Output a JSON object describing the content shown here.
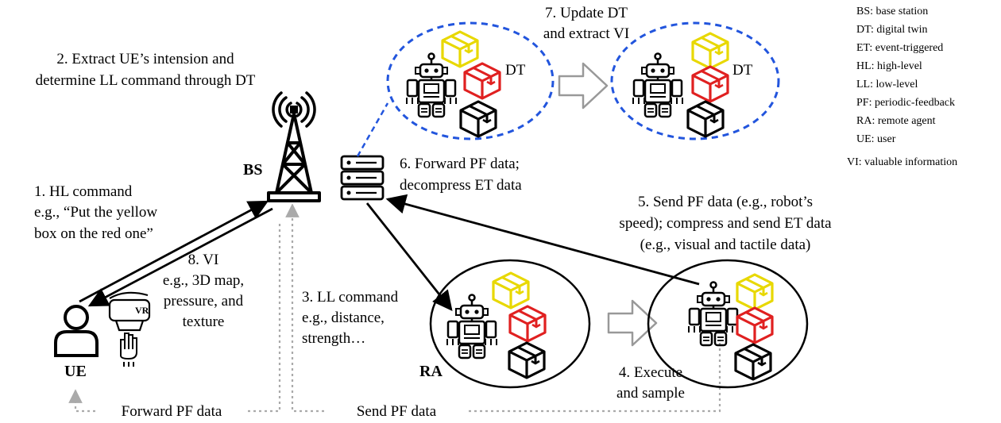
{
  "legend": [
    "BS: base station",
    "DT: digital twin",
    "ET: event-triggered",
    "HL: high-level",
    "LL: low-level",
    "PF: periodic-feedback",
    "RA: remote agent",
    "UE: user",
    "VI: valuable information"
  ],
  "nodes": {
    "bs": "BS",
    "ue": "UE",
    "ra": "RA",
    "dt_left": "DT",
    "dt_right": "DT",
    "vr": "VR"
  },
  "steps": {
    "s1": [
      "1. HL command",
      "e.g., “Put the yellow",
      "box on the red one”"
    ],
    "s2": [
      "2. Extract UE’s intension and",
      "determine LL command through DT"
    ],
    "s3": [
      "3. LL command",
      "e.g., distance,",
      "strength…"
    ],
    "s4": [
      "4. Execute",
      "and sample"
    ],
    "s5": [
      "5. Send PF data (e.g., robot’s",
      "speed); compress and send ET data",
      "(e.g., visual and tactile data)"
    ],
    "s6": [
      "6. Forward PF data;",
      "decompress ET data"
    ],
    "s7": [
      "7. Update DT",
      "and extract VI"
    ],
    "s8": [
      "8. VI",
      "e.g., 3D map,",
      "pressure, and",
      "texture"
    ],
    "forward_pf": "Forward PF data",
    "send_pf": "Send PF data"
  },
  "colors": {
    "dt_dashed": "#2255dd",
    "yellow_box": "#e8d800",
    "red_box": "#e02020",
    "dotted_arrow": "#aaaaaa",
    "hollow_arrow": "#999999"
  }
}
